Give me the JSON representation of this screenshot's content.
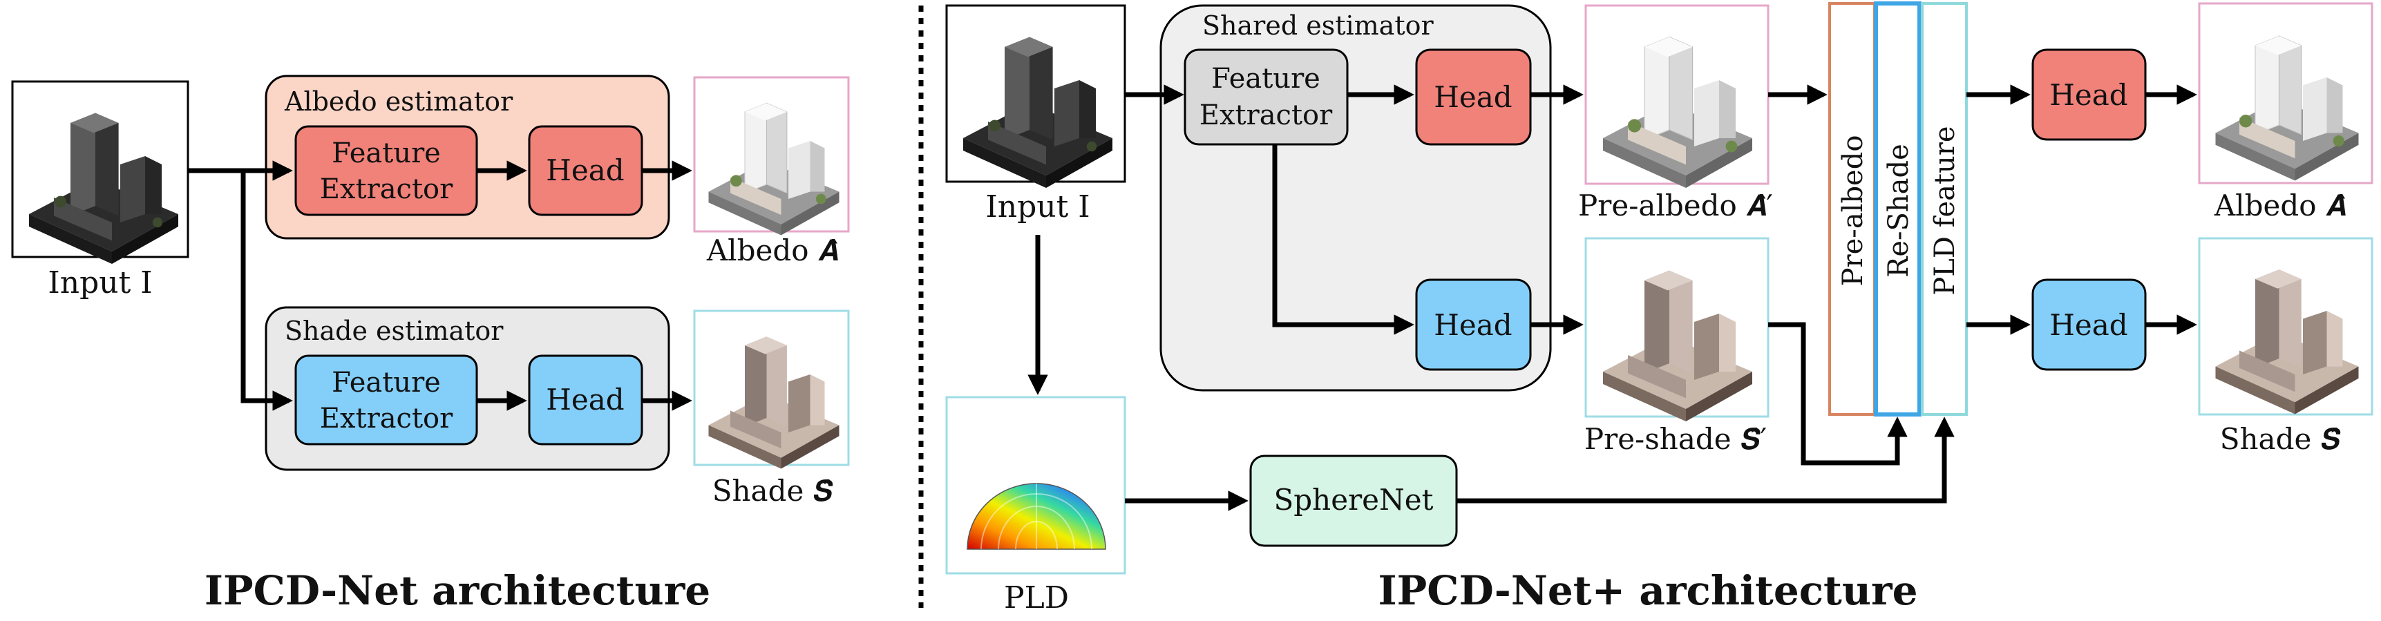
{
  "left": {
    "input_label": "Input  I",
    "albedo_estimator": {
      "title": "Albedo estimator",
      "feature_line1": "Feature",
      "feature_line2": "Extractor",
      "head": "Head"
    },
    "shade_estimator": {
      "title": "Shade estimator",
      "feature_line1": "Feature",
      "feature_line2": "Extractor",
      "head": "Head"
    },
    "albedo_output": "Albedo 𝑨̂",
    "shade_output": "Shade 𝑺̂",
    "caption": "IPCD-Net architecture"
  },
  "right": {
    "input_label": "Input I",
    "pld_label": "PLD",
    "shared_estimator": {
      "title": "Shared estimator",
      "feature_line1": "Feature",
      "feature_line2": "Extractor",
      "head_top": "Head",
      "head_bottom": "Head"
    },
    "pre_albedo_label": "Pre-albedo 𝑨̂′",
    "pre_shade_label": "Pre-shade 𝑺̂′",
    "sphere_net": "SphereNet",
    "bar_pre_albedo": "Pre-albedo",
    "bar_reshade": "Re-Shade",
    "bar_pld_feature": "PLD feature",
    "head_top": "Head",
    "head_bottom": "Head",
    "albedo_output": "Albedo 𝑨̂",
    "shade_output": "Shade 𝑺̂",
    "caption": "IPCD-Net+ architecture"
  },
  "colors": {
    "albedo_bg": "#fbd5c6",
    "shade_bg": "#e9e9e9",
    "head_red": "#f0827a",
    "head_blue": "#84cff9",
    "feature_gray": "#d9d9d9",
    "spherenet": "#d6f5e6",
    "frame_pink": "#e6a7c8",
    "frame_cyan": "#9fdce6",
    "bar_orange": "#d98461",
    "bar_blue": "#3fa6e6",
    "bar_cyan": "#8ed9dc"
  },
  "icons": [
    "building-render",
    "hemisphere-pld"
  ]
}
